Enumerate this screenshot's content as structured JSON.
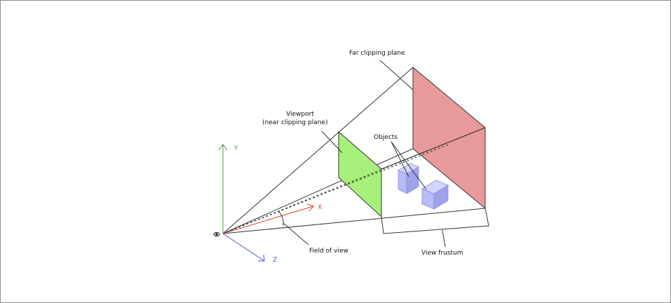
{
  "labels": {
    "far_plane": "Far clipping plane",
    "viewport_line1": "Viewport",
    "viewport_line2": "(near clipping plane)",
    "objects": "Objects",
    "field_of_view": "Field of view",
    "view_frustum": "View frustum"
  },
  "axes": {
    "x": "X",
    "y": "Y",
    "z": "Z"
  },
  "colors": {
    "far_plane_fill": "#e89a9a",
    "near_plane_fill": "#a8f07c",
    "cube_face_light": "#d4d6fb",
    "cube_face_mid": "#b9bcf3",
    "cube_face_dark": "#9fa2ea",
    "axis_x": "#e0452f",
    "axis_y": "#4a9c3f",
    "axis_z": "#3c52e8",
    "line": "#333333"
  },
  "icons": {
    "camera": "eye-icon"
  }
}
